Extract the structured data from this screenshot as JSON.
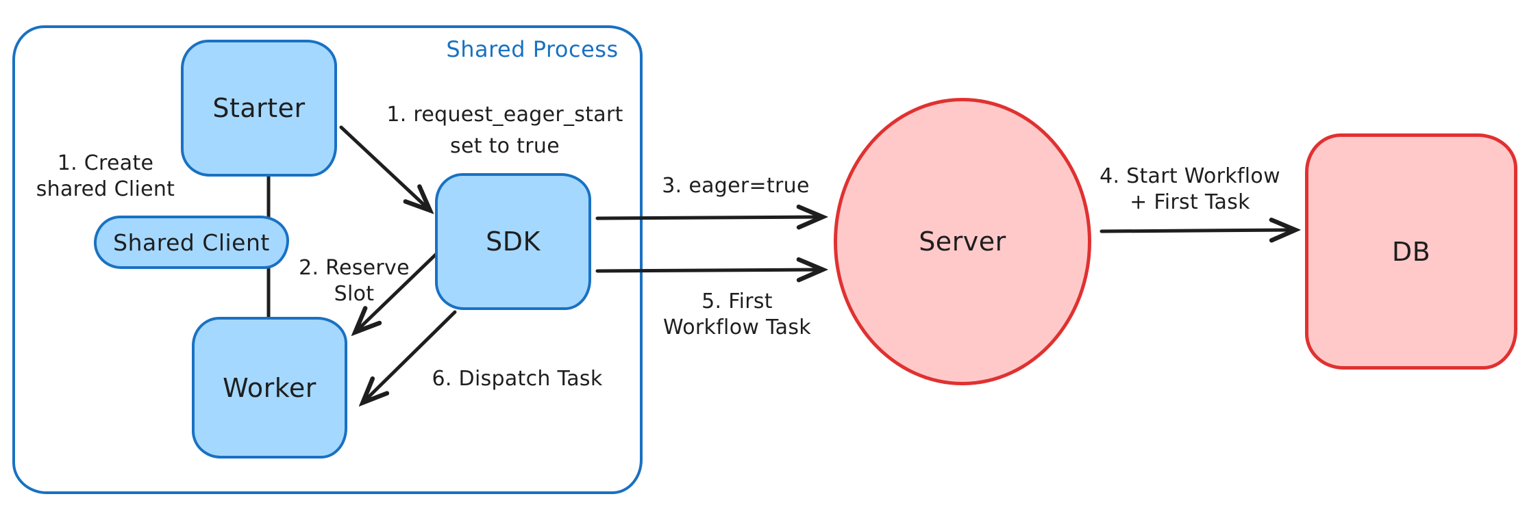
{
  "container": {
    "label": "Shared Process"
  },
  "nodes": {
    "starter": {
      "label": "Starter"
    },
    "shared_client": {
      "label": "Shared Client"
    },
    "worker": {
      "label": "Worker"
    },
    "sdk": {
      "label": "SDK"
    },
    "server": {
      "label": "Server"
    },
    "db": {
      "label": "DB"
    }
  },
  "annotations": {
    "create_shared_client": {
      "line1": "1. Create",
      "line2": "shared Client"
    },
    "request_eager_start": {
      "line1": "1. request_eager_start",
      "line2": "set to true"
    },
    "reserve_slot": {
      "line1": "2. Reserve",
      "line2": "Slot"
    },
    "eager_true": {
      "line1": "3. eager=true"
    },
    "start_workflow": {
      "line1": "4. Start Workflow",
      "line2": "+ First Task"
    },
    "first_workflow_task": {
      "line1": "5. First",
      "line2": "Workflow Task"
    },
    "dispatch_task": {
      "line1": "6. Dispatch Task"
    }
  },
  "edges": {
    "starter_to_sdk": {
      "from": "starter",
      "to": "sdk",
      "label_ref": "request_eager_start"
    },
    "sdk_to_worker_reserve": {
      "from": "sdk",
      "to": "worker",
      "label_ref": "reserve_slot"
    },
    "sdk_to_server_eager": {
      "from": "sdk",
      "to": "server",
      "label_ref": "eager_true"
    },
    "server_to_db": {
      "from": "server",
      "to": "db",
      "label_ref": "start_workflow"
    },
    "sdk_to_server_first": {
      "from": "sdk",
      "to": "server",
      "label_ref": "first_workflow_task"
    },
    "sdk_to_worker_dispatch": {
      "from": "sdk",
      "to": "worker",
      "label_ref": "dispatch_task"
    },
    "starter_to_worker_via_shared_client": {
      "from": "starter",
      "to": "worker",
      "label_ref": "create_shared_client"
    }
  },
  "colors": {
    "blue-border": "#1971c2",
    "blue-fill": "#a5d8ff",
    "red-border": "#e03131",
    "red-fill": "#ffc9c9",
    "ink": "#1e1e1e",
    "canvas": "#ffffff"
  }
}
